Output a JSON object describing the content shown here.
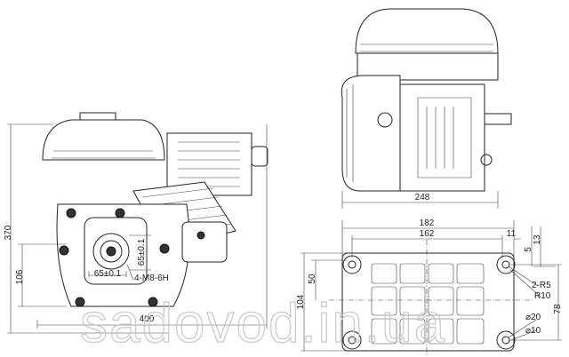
{
  "front_view": {
    "height_total": "370",
    "shaft_height": "106",
    "width_total": "400",
    "bolt_spacing_h": "65±0.1",
    "bolt_spacing_v": "65±0.1",
    "thread_spec": "4-M8-6H"
  },
  "side_view": {
    "length": "248"
  },
  "base_plate": {
    "overall_length": "182",
    "hole_spacing": "162",
    "edge_offset": "11",
    "slot_width_outer": "13",
    "slot_width_inner": "5",
    "half_width": "50",
    "overall_width": "104",
    "hole_spacing_width": "78",
    "slot_radius": "2-R5",
    "boss_radius": "R10",
    "boss_diameter": "⌀20",
    "hole_diameter": "⌀10"
  },
  "watermark": "sadovod.in.ua"
}
